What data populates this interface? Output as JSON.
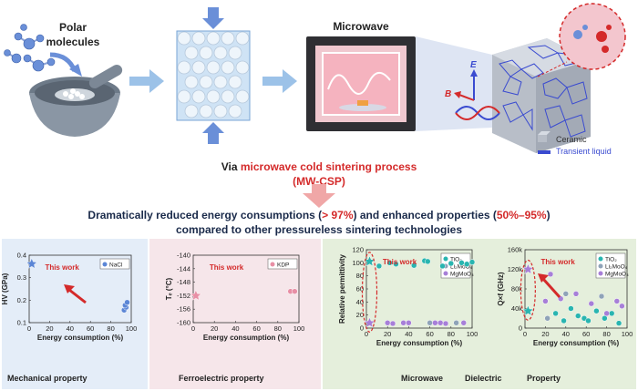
{
  "top": {
    "polar_label_line1": "Polar",
    "polar_label_line2": "molecules",
    "microwave_label": "Microwave",
    "axis_E": "E",
    "axis_B": "B",
    "legend_ceramic": "Ceramic",
    "legend_liquid": "Transient liquid"
  },
  "middle": {
    "via_text": "Via",
    "process_text": "microwave cold sintering process",
    "process_abbr": "(MW-CSP)",
    "headline_part1": "Dramatically reduced energy consumptions (",
    "headline_energy": "> 97%",
    "headline_part2": ") and enhanced properties (",
    "headline_props": "50%–95%",
    "headline_part3": ")",
    "headline_line2": "compared to other pressureless sintering technologies"
  },
  "panels": {
    "mechanical_label": "Mechanical property",
    "ferroelectric_label": "Ferroelectric property",
    "microwave_label_1": "Microwave",
    "microwave_label_2": "Dielectric",
    "microwave_label_3": "Property"
  },
  "colors": {
    "accent_red": "#d42a2a",
    "panel_blue": "#e4edf8",
    "panel_pink": "#f6e6ea",
    "panel_green": "#e5efdc",
    "star_blue": "#5b86d6",
    "star_pink": "#e88fa5",
    "teal": "#29b5b0",
    "grayblue": "#8fa3b8",
    "purple": "#a77fd8"
  },
  "chart_data": [
    {
      "type": "scatter",
      "title": "",
      "xlabel": "Energy consumption (%)",
      "ylabel": "HV (GPa)",
      "xlim": [
        0,
        100
      ],
      "ylim": [
        0.1,
        0.45
      ],
      "xticks": [
        "0",
        "20",
        "40",
        "60",
        "80",
        "100"
      ],
      "yticks": [
        "0.1",
        "0.2",
        "0.3",
        "0.4"
      ],
      "legend": [
        "NaCl"
      ],
      "annotation": "This work",
      "series": [
        {
          "name": "NaCl",
          "marker": "star",
          "x": [
            2.5
          ],
          "y": [
            0.405
          ]
        },
        {
          "name": "NaCl",
          "marker": "circle",
          "x": [
            93,
            95,
            94,
            96
          ],
          "y": [
            0.165,
            0.18,
            0.19,
            0.205
          ]
        }
      ]
    },
    {
      "type": "scatter",
      "title": "",
      "xlabel": "Energy consumption (%)",
      "ylabel": "Tₑ (°C)",
      "xlim": [
        0,
        100
      ],
      "ylim": [
        -160,
        -138
      ],
      "xticks": [
        "0",
        "20",
        "40",
        "60",
        "80",
        "100"
      ],
      "yticks": [
        "-140",
        "-144",
        "-148",
        "-152",
        "-156",
        "-160"
      ],
      "legend": [
        "KDP"
      ],
      "annotation": "This work",
      "series": [
        {
          "name": "KDP",
          "marker": "star",
          "x": [
            2.5
          ],
          "y": [
            -151.2
          ]
        },
        {
          "name": "KDP",
          "marker": "circle",
          "x": [
            92,
            96
          ],
          "y": [
            -149.8,
            -149.8
          ]
        }
      ]
    },
    {
      "type": "scatter",
      "title": "",
      "xlabel": "Energy consumption (%)",
      "ylabel": "Relative permittivity",
      "xlim": [
        0,
        100
      ],
      "ylim": [
        0,
        120
      ],
      "xticks": [
        "0",
        "20",
        "40",
        "60",
        "80",
        "100"
      ],
      "yticks": [
        "0",
        "20",
        "40",
        "60",
        "80",
        "100",
        "120"
      ],
      "legend": [
        "TiO₂",
        "Li₂MoO₄",
        "MgMoO₄"
      ],
      "annotation": "This work",
      "series": [
        {
          "name": "TiO₂",
          "marker": "circle",
          "x": [
            12,
            22,
            28,
            45,
            55,
            58,
            72,
            80,
            90,
            95,
            100
          ],
          "y": [
            95,
            100,
            98,
            96,
            103,
            102,
            95,
            99,
            100,
            98,
            101
          ]
        },
        {
          "name": "TiO₂ (this work)",
          "marker": "star",
          "x": [
            3
          ],
          "y": [
            102
          ]
        },
        {
          "name": "Li₂MoO₄",
          "marker": "circle",
          "x": [
            60,
            85
          ],
          "y": [
            8,
            8
          ]
        },
        {
          "name": "MgMoO₄",
          "marker": "circle",
          "x": [
            20,
            25,
            35,
            40,
            65,
            70,
            75,
            92
          ],
          "y": [
            8,
            7,
            8,
            8,
            8,
            8,
            7,
            8
          ]
        },
        {
          "name": "MgMoO₄ (this work)",
          "marker": "star",
          "x": [
            3
          ],
          "y": [
            8
          ]
        }
      ]
    },
    {
      "type": "scatter",
      "title": "",
      "xlabel": "Energy consumption (%)",
      "ylabel": "Q×f (GHz)",
      "xlim": [
        0,
        100
      ],
      "ylim": [
        0,
        160
      ],
      "xticks": [
        "0",
        "20",
        "40",
        "60",
        "80",
        "100"
      ],
      "yticks": [
        "0",
        "40k",
        "80k",
        "120k",
        "160k"
      ],
      "legend": [
        "TiO₂",
        "Li₂MoO₄",
        "MgMoO₄"
      ],
      "annotation": "This work",
      "series": [
        {
          "name": "TiO₂",
          "marker": "circle",
          "x": [
            30,
            38,
            45,
            52,
            58,
            62,
            70,
            78,
            85,
            92
          ],
          "y": [
            30,
            15,
            40,
            25,
            20,
            15,
            35,
            20,
            30,
            10
          ]
        },
        {
          "name": "TiO₂ (this work)",
          "marker": "star",
          "x": [
            3
          ],
          "y": [
            35
          ]
        },
        {
          "name": "Li₂MoO₄",
          "marker": "circle",
          "x": [
            22,
            40,
            75
          ],
          "y": [
            20,
            70,
            65
          ]
        },
        {
          "name": "MgMoO₄",
          "marker": "circle",
          "x": [
            20,
            25,
            35,
            50,
            65,
            80,
            90,
            95
          ],
          "y": [
            55,
            110,
            60,
            70,
            50,
            30,
            55,
            45
          ]
        },
        {
          "name": "MgMoO₄ (this work)",
          "marker": "star",
          "x": [
            3
          ],
          "y": [
            120
          ]
        }
      ]
    }
  ]
}
